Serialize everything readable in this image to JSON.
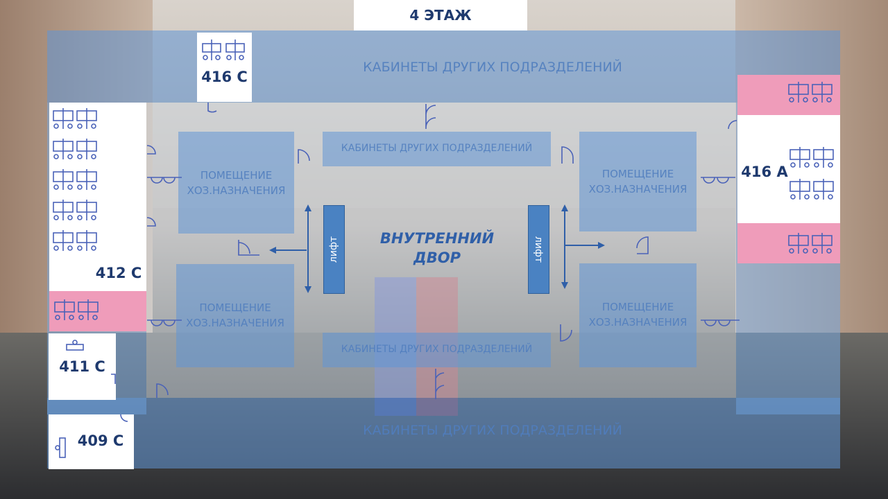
{
  "page": {
    "title": "4 ЭТАЖ"
  },
  "floor_plan": {
    "other_departments": "КАБИНЕТЫ ДРУГИХ ПОДРАЗДЕЛЕНИЙ",
    "utility_room": "ПОМЕЩЕНИЕ ХОЗ.НАЗНАЧЕНИЯ",
    "courtyard_line1": "ВНУТРЕННИЙ",
    "courtyard_line2": "ДВОР",
    "lift_label": "лифт",
    "rooms": {
      "r416c": "416 С",
      "r412c": "412 С",
      "r411c": "411 С",
      "r409c": "409 С",
      "r416a": "416 А"
    }
  },
  "colors": {
    "zone_blue": "#6096d6",
    "room_white": "#ffffff",
    "highlight_pink": "#ef9cba",
    "lift_blue": "#4a82c2",
    "text_dark": "#1f3a6e"
  },
  "icons": [
    "desk-cluster-icon",
    "door-swing-icon",
    "arrow-icon"
  ]
}
